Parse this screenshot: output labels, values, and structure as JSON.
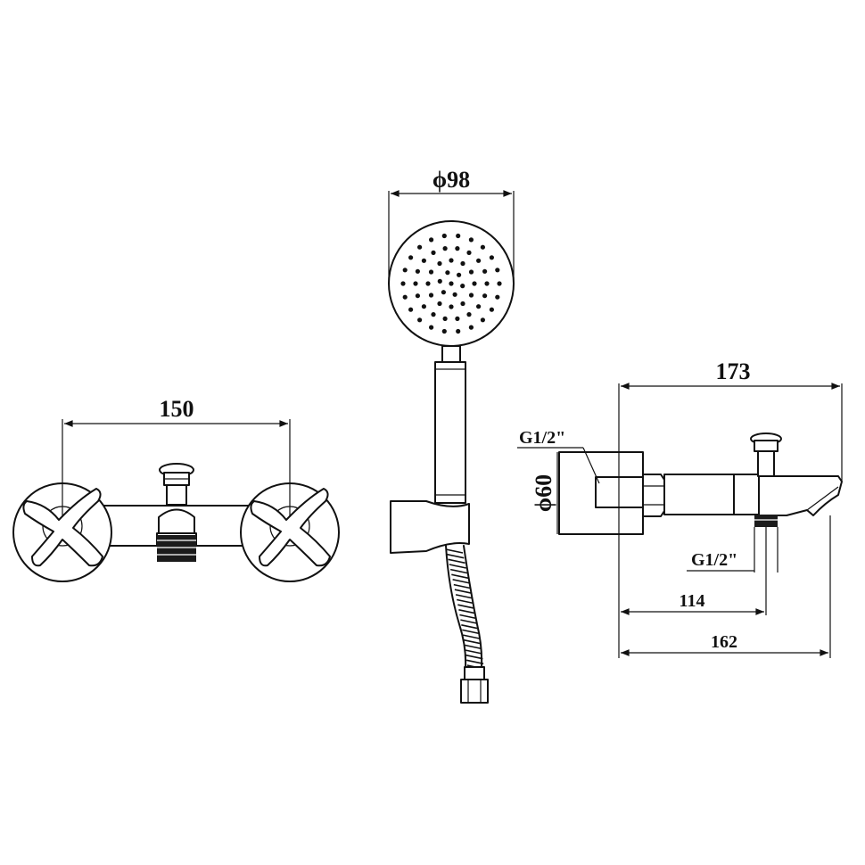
{
  "dimensions": {
    "mixer_width": "150",
    "head_diameter": "ϕ98",
    "side_total_length": "173",
    "inlet_thread": "G1/2\"",
    "flange_diameter": "ϕ60",
    "outlet_thread": "G1/2\"",
    "body_length": "114",
    "spout_length": "162"
  },
  "colors": {
    "line": "#111111",
    "background": "#ffffff"
  }
}
